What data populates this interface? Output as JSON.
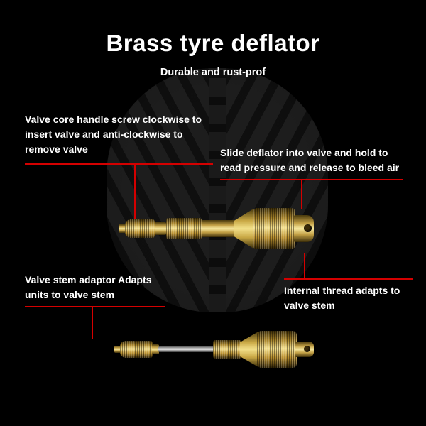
{
  "title": "Brass tyre deflator",
  "subtitle": "Durable and rust-prof",
  "callouts": [
    {
      "name": "valve-core-handle",
      "text": "Valve core handle screw clockwise to insert valve and anti-clockwise to remove valve"
    },
    {
      "name": "slide-deflator",
      "text": "Slide deflator into valve and hold to read pressure and release to bleed air"
    },
    {
      "name": "valve-stem-adaptor",
      "text": "Valve stem adaptor Adapts units to valve stem"
    },
    {
      "name": "internal-thread",
      "text": "Internal thread adapts to valve stem"
    }
  ],
  "colors": {
    "background": "#000000",
    "text": "#ffffff",
    "accent_line": "#d40000",
    "brass": "#d4af37"
  }
}
